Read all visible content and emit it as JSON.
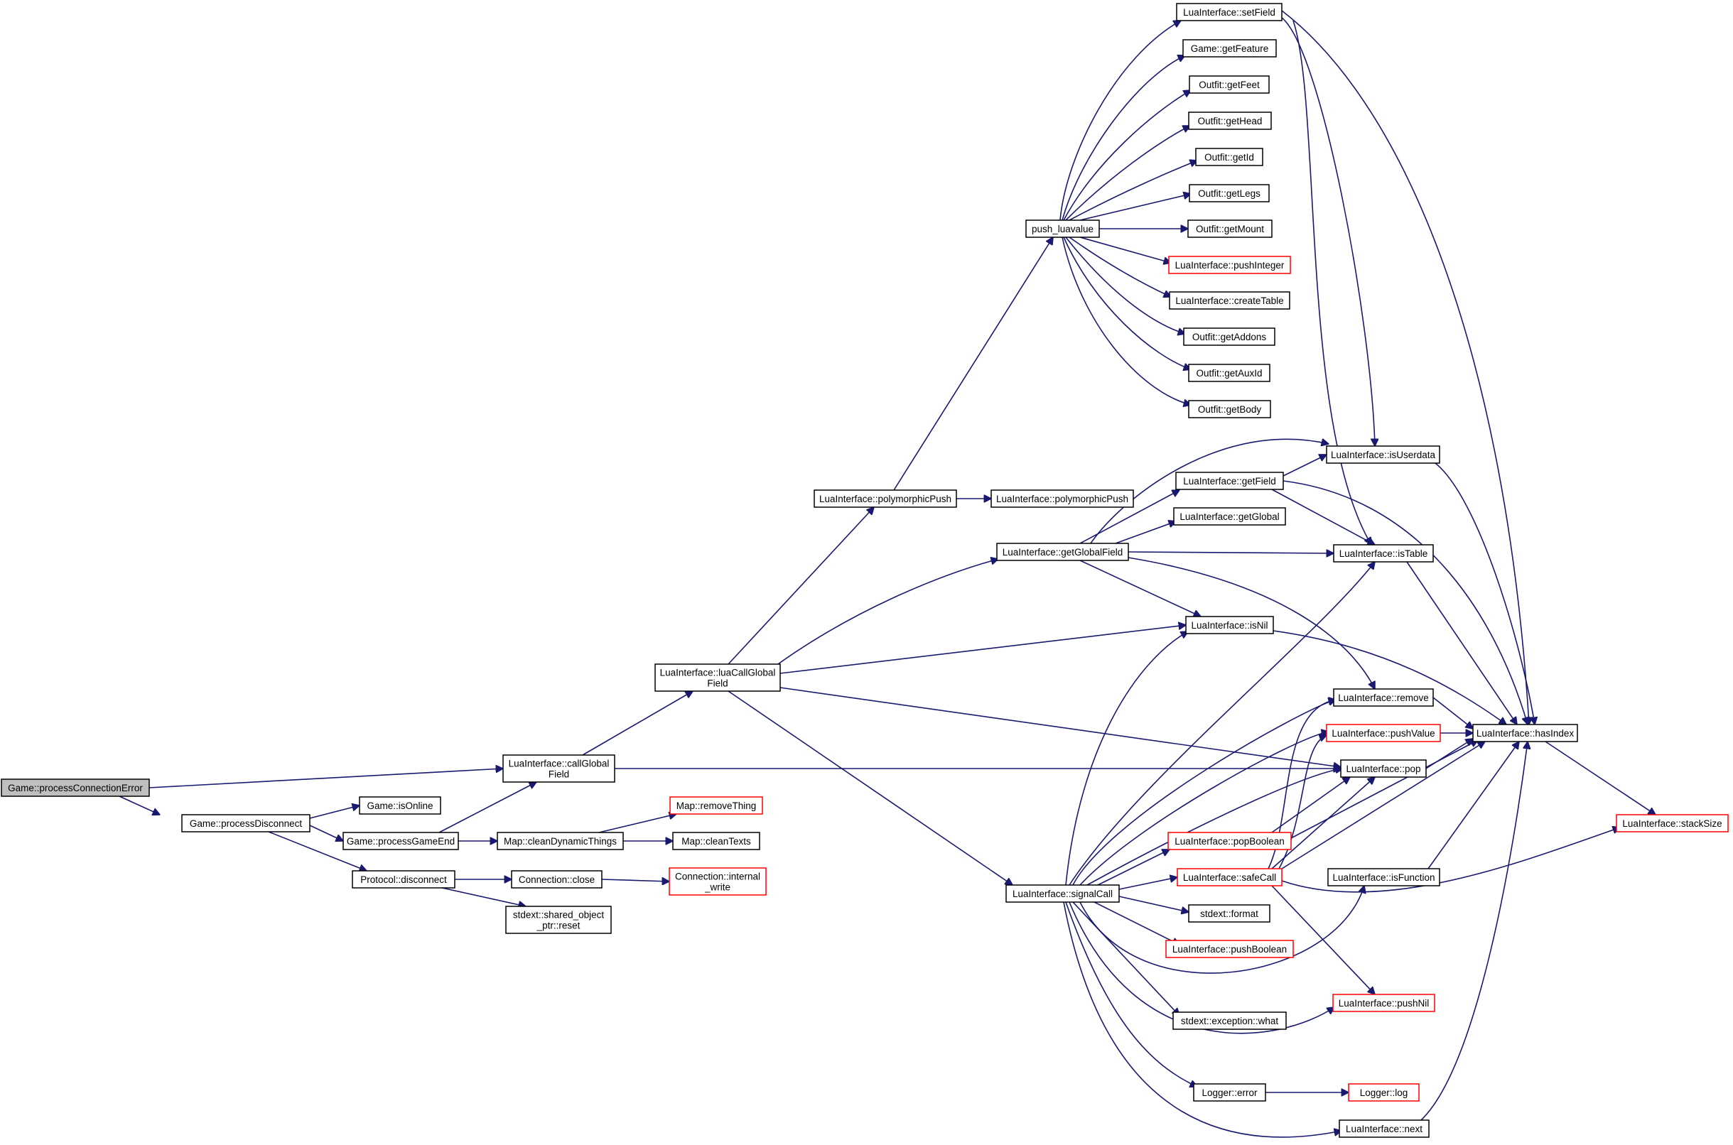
{
  "graph": {
    "root": "Game::processConnectionError",
    "colors": {
      "edge": "#191970",
      "truncated_border": "#ff0000",
      "root_fill": "#bfbfbf",
      "node_border": "#000000"
    },
    "nodes": [
      {
        "id": "root",
        "label": [
          "Game::processConnectionError"
        ],
        "kind": "root"
      },
      {
        "id": "pd",
        "label": [
          "Game::processDisconnect"
        ]
      },
      {
        "id": "cgf",
        "label": [
          "LuaInterface::callGlobal",
          "Field"
        ]
      },
      {
        "id": "lcgf",
        "label": [
          "LuaInterface::luaCallGlobal",
          "Field"
        ]
      },
      {
        "id": "io",
        "label": [
          "Game::isOnline"
        ]
      },
      {
        "id": "pge",
        "label": [
          "Game::processGameEnd"
        ]
      },
      {
        "id": "pdis",
        "label": [
          "Protocol::disconnect"
        ]
      },
      {
        "id": "cdt",
        "label": [
          "Map::cleanDynamicThings"
        ]
      },
      {
        "id": "rt",
        "label": [
          "Map::removeThing"
        ],
        "kind": "truncated"
      },
      {
        "id": "ct",
        "label": [
          "Map::cleanTexts"
        ]
      },
      {
        "id": "cc",
        "label": [
          "Connection::close"
        ]
      },
      {
        "id": "ciw",
        "label": [
          "Connection::internal",
          "_write"
        ],
        "kind": "truncated"
      },
      {
        "id": "sor",
        "label": [
          "stdext::shared_object",
          "_ptr::reset"
        ]
      },
      {
        "id": "pp1",
        "label": [
          "LuaInterface::polymorphicPush"
        ]
      },
      {
        "id": "pp2",
        "label": [
          "LuaInterface::polymorphicPush"
        ]
      },
      {
        "id": "plv",
        "label": [
          "push_luavalue"
        ]
      },
      {
        "id": "ggf",
        "label": [
          "LuaInterface::getGlobalField"
        ]
      },
      {
        "id": "sc",
        "label": [
          "LuaInterface::signalCall"
        ]
      },
      {
        "id": "sf",
        "label": [
          "LuaInterface::setField"
        ]
      },
      {
        "id": "gfe",
        "label": [
          "Game::getFeature"
        ]
      },
      {
        "id": "gfeet",
        "label": [
          "Outfit::getFeet"
        ]
      },
      {
        "id": "ghead",
        "label": [
          "Outfit::getHead"
        ]
      },
      {
        "id": "gid",
        "label": [
          "Outfit::getId"
        ]
      },
      {
        "id": "glegs",
        "label": [
          "Outfit::getLegs"
        ]
      },
      {
        "id": "gmount",
        "label": [
          "Outfit::getMount"
        ]
      },
      {
        "id": "pint",
        "label": [
          "LuaInterface::pushInteger"
        ],
        "kind": "truncated"
      },
      {
        "id": "ctab",
        "label": [
          "LuaInterface::createTable"
        ]
      },
      {
        "id": "gadd",
        "label": [
          "Outfit::getAddons"
        ]
      },
      {
        "id": "gaux",
        "label": [
          "Outfit::getAuxId"
        ]
      },
      {
        "id": "gbody",
        "label": [
          "Outfit::getBody"
        ]
      },
      {
        "id": "gfield",
        "label": [
          "LuaInterface::getField"
        ]
      },
      {
        "id": "gglobal",
        "label": [
          "LuaInterface::getGlobal"
        ]
      },
      {
        "id": "isnil",
        "label": [
          "LuaInterface::isNil"
        ]
      },
      {
        "id": "pbool",
        "label": [
          "LuaInterface::popBoolean"
        ],
        "kind": "truncated"
      },
      {
        "id": "scall",
        "label": [
          "LuaInterface::safeCall"
        ],
        "kind": "truncated"
      },
      {
        "id": "sfmt",
        "label": [
          "stdext::format"
        ]
      },
      {
        "id": "pushbool",
        "label": [
          "LuaInterface::pushBoolean"
        ],
        "kind": "truncated"
      },
      {
        "id": "exwhat",
        "label": [
          "stdext::exception::what"
        ]
      },
      {
        "id": "lerr",
        "label": [
          "Logger::error"
        ]
      },
      {
        "id": "isud",
        "label": [
          "LuaInterface::isUserdata"
        ]
      },
      {
        "id": "istab",
        "label": [
          "LuaInterface::isTable"
        ]
      },
      {
        "id": "rem",
        "label": [
          "LuaInterface::remove"
        ]
      },
      {
        "id": "pval",
        "label": [
          "LuaInterface::pushValue"
        ],
        "kind": "truncated"
      },
      {
        "id": "pop",
        "label": [
          "LuaInterface::pop"
        ]
      },
      {
        "id": "isfn",
        "label": [
          "LuaInterface::isFunction"
        ]
      },
      {
        "id": "pnil",
        "label": [
          "LuaInterface::pushNil"
        ],
        "kind": "truncated"
      },
      {
        "id": "llog",
        "label": [
          "Logger::log"
        ],
        "kind": "truncated"
      },
      {
        "id": "next",
        "label": [
          "LuaInterface::next"
        ]
      },
      {
        "id": "hidx",
        "label": [
          "LuaInterface::hasIndex"
        ]
      },
      {
        "id": "ssize",
        "label": [
          "LuaInterface::stackSize"
        ],
        "kind": "truncated"
      }
    ]
  }
}
